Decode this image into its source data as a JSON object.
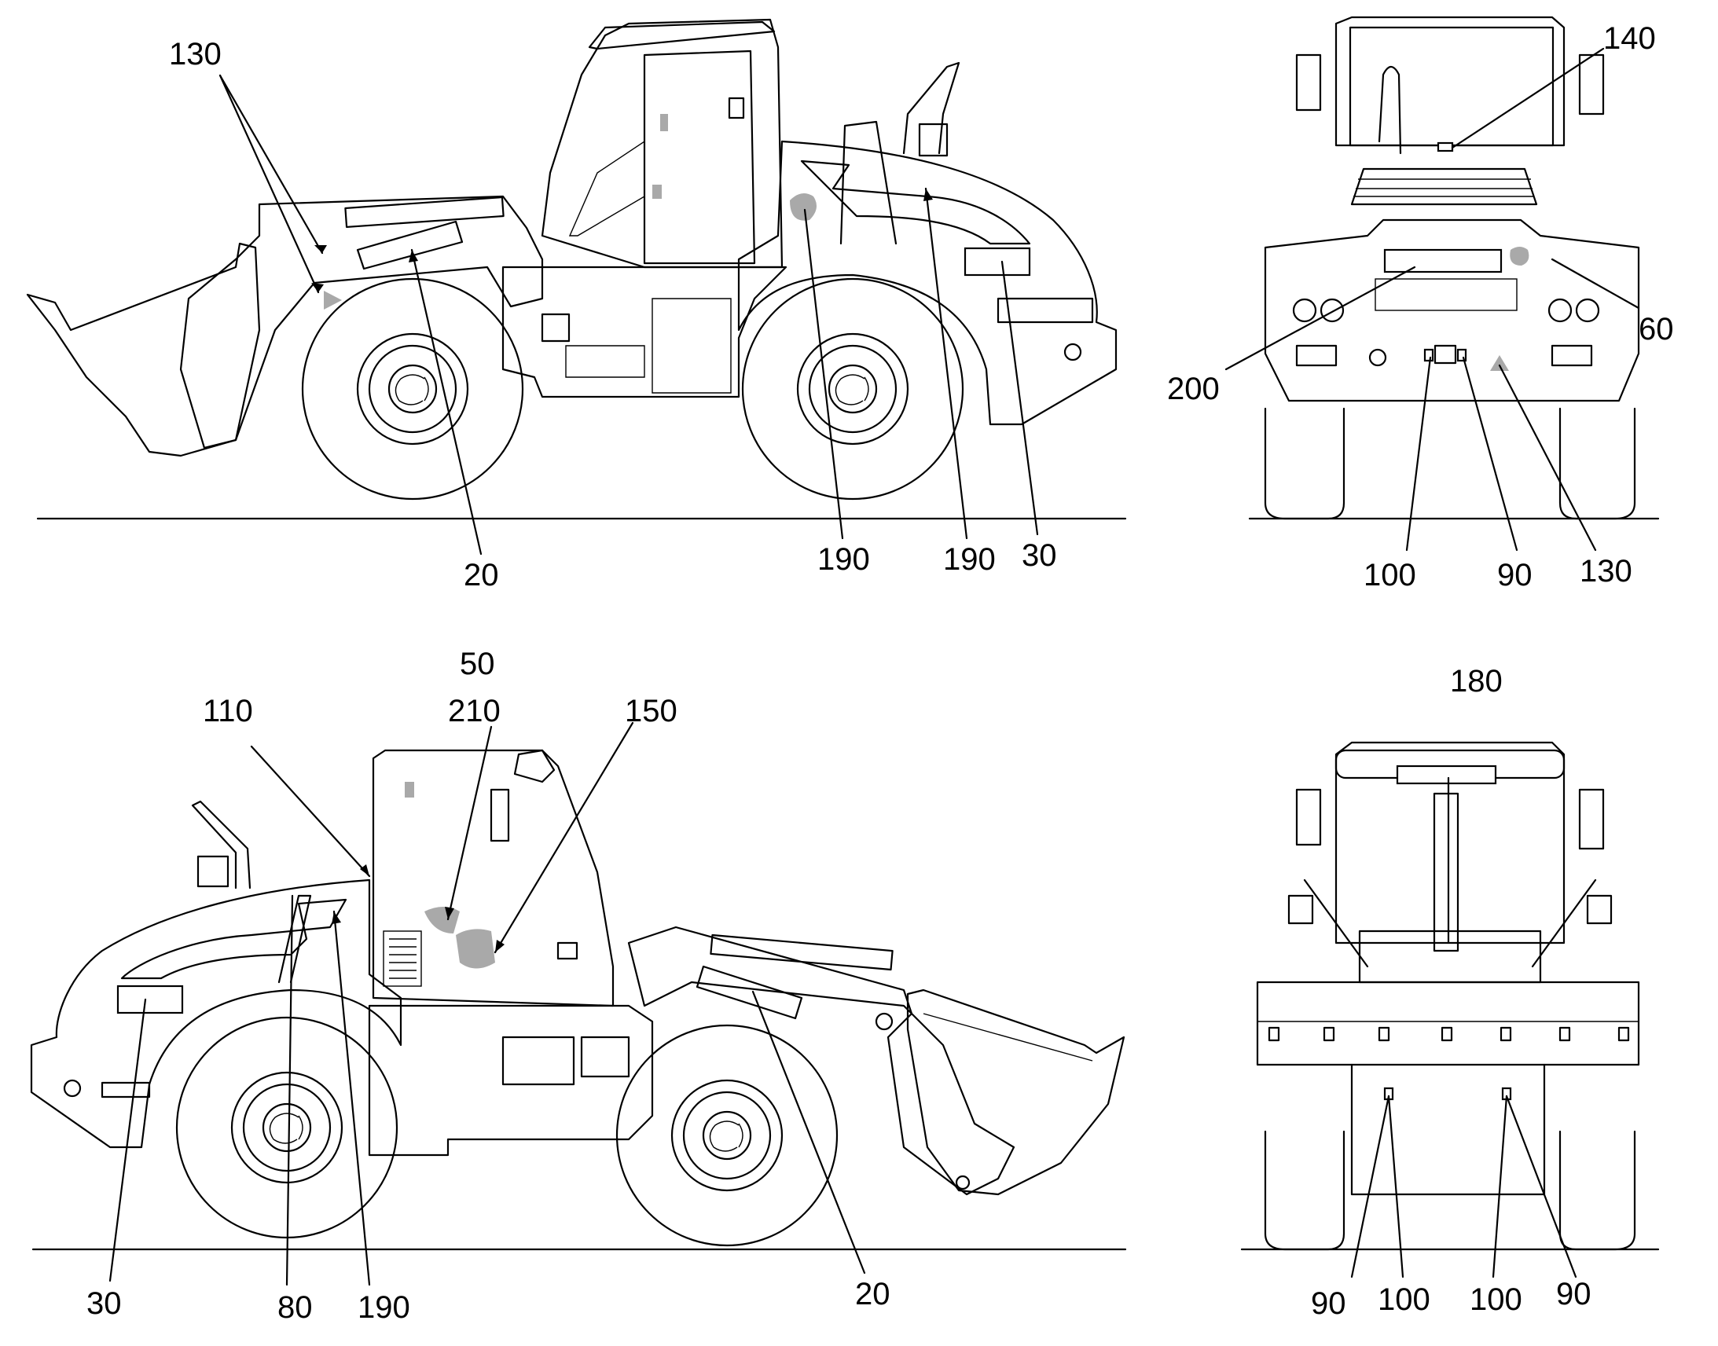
{
  "views": {
    "left_side": {
      "labels": [
        "130",
        "20",
        "190",
        "190",
        "30"
      ]
    },
    "rear": {
      "labels": [
        "140",
        "60",
        "200",
        "100",
        "90",
        "130"
      ]
    },
    "right_side": {
      "labels": [
        "50",
        "210",
        "110",
        "150",
        "30",
        "80",
        "190",
        "20"
      ]
    },
    "front": {
      "labels": [
        "180",
        "90",
        "100",
        "100",
        "90"
      ]
    }
  }
}
